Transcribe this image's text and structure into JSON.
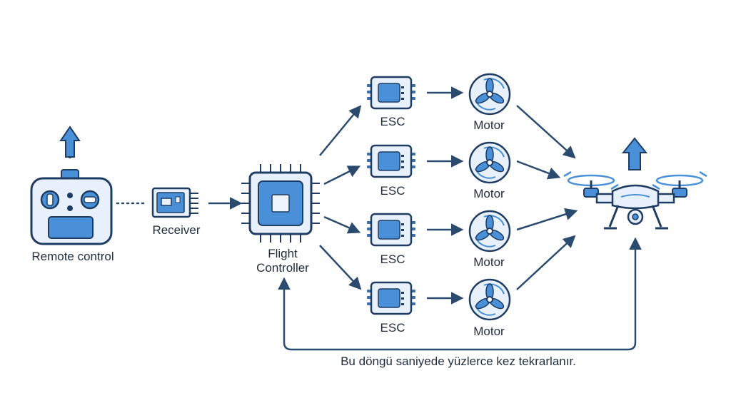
{
  "labels": {
    "remote": "Remote control",
    "receiver": "Receiver",
    "flight_controller_line1": "Flight",
    "flight_controller_line2": "Controller",
    "esc": "ESC",
    "motor": "Motor"
  },
  "caption": "Bu döngü saniyede yüzlerce kez tekrarlanır.",
  "colors": {
    "stroke": "#1f3d63",
    "fill_light": "#e8f1fb",
    "fill_accent": "#4a90d9",
    "line": "#2a4a6e"
  }
}
